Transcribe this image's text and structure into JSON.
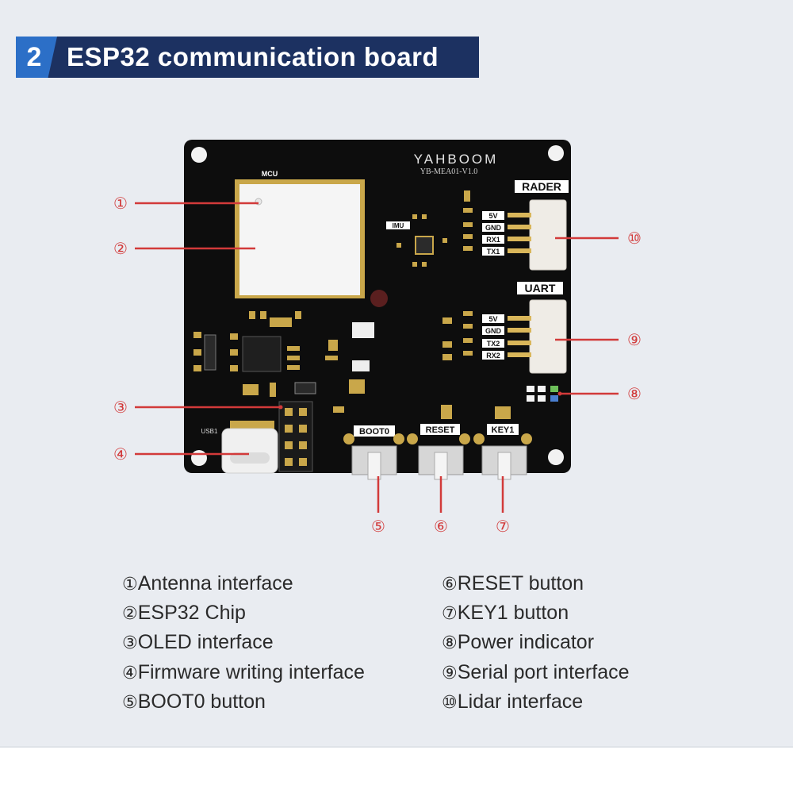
{
  "header": {
    "number": "2",
    "title": "ESP32 communication board"
  },
  "board": {
    "brand": "YAHBOOM",
    "model": "YB-MEA01-V1.0",
    "mcu_label": "MCU",
    "imu_label": "IMU",
    "connectors": {
      "rader": {
        "title": "RADER",
        "pins": [
          "5V",
          "GND",
          "RX1",
          "TX1"
        ]
      },
      "uart": {
        "title": "UART",
        "pins": [
          "5V",
          "GND",
          "TX2",
          "RX2"
        ]
      }
    },
    "buttons": {
      "boot": "BOOT0",
      "reset": "RESET",
      "key": "KEY1"
    },
    "usb_label": "USB1"
  },
  "callouts": [
    "①",
    "②",
    "③",
    "④",
    "⑤",
    "⑥",
    "⑦",
    "⑧",
    "⑨",
    "⑩"
  ],
  "legend": {
    "left": [
      {
        "num": "①",
        "text": "Antenna interface"
      },
      {
        "num": "②",
        "text": "ESP32 Chip"
      },
      {
        "num": "③",
        "text": "OLED interface"
      },
      {
        "num": "④",
        "text": "Firmware writing interface"
      },
      {
        "num": "⑤",
        "text": "BOOT0 button"
      }
    ],
    "right": [
      {
        "num": "⑥",
        "text": "RESET button"
      },
      {
        "num": "⑦",
        "text": "KEY1 button"
      },
      {
        "num": "⑧",
        "text": "Power indicator"
      },
      {
        "num": "⑨",
        "text": "Serial port interface"
      },
      {
        "num": "⑩",
        "text": "Lidar interface"
      }
    ]
  },
  "colors": {
    "banner": "#1c3161",
    "accent": "#2c6fc7",
    "callout": "#d23a3a",
    "board": "#0d0d0d"
  }
}
